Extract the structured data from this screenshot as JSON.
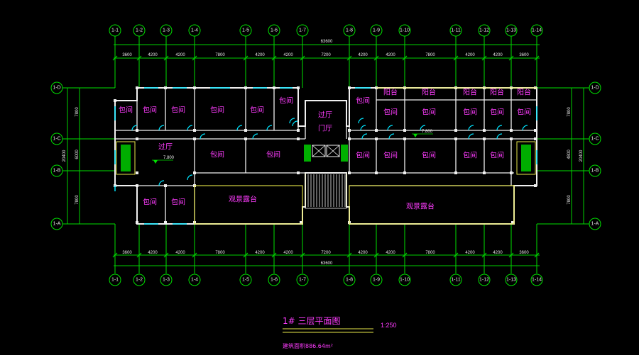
{
  "drawing": {
    "title": "1# 三层平面图",
    "scale": "1:250",
    "area_label": "建筑面积886.64m²",
    "floor_elevation": "7.800"
  },
  "grid_axes_top": [
    "1-1",
    "1-2",
    "1-3",
    "1-4",
    "1-5",
    "1-6",
    "1-7",
    "1-8",
    "1-9",
    "1-10",
    "1-11",
    "1-12",
    "1-13",
    "1-14"
  ],
  "grid_axes_side": [
    "1-D",
    "1-C",
    "1-B",
    "1-A"
  ],
  "dimensions_horizontal": {
    "total": "63600",
    "segments": [
      "3600",
      "4200",
      "4200",
      "7800",
      "4200",
      "4200",
      "7200",
      "4200",
      "4200",
      "7800",
      "4200",
      "4200",
      "3600"
    ]
  },
  "dimensions_vertical": {
    "total": "20400",
    "segments": [
      "7800",
      "6000",
      "7800"
    ],
    "inner": "4800"
  },
  "rooms": [
    {
      "id": "r1",
      "label": "包间"
    },
    {
      "id": "r2",
      "label": "包间"
    },
    {
      "id": "r3",
      "label": "包间"
    },
    {
      "id": "r4",
      "label": "包间"
    },
    {
      "id": "r5",
      "label": "包间"
    },
    {
      "id": "r6",
      "label": "包间"
    },
    {
      "id": "r7",
      "label": "过厅"
    },
    {
      "id": "r8",
      "label": "门厅"
    },
    {
      "id": "r9",
      "label": "包间"
    },
    {
      "id": "r10",
      "label": "阳台"
    },
    {
      "id": "r11",
      "label": "阳台"
    },
    {
      "id": "r12",
      "label": "阳台"
    },
    {
      "id": "r13",
      "label": "阳台"
    },
    {
      "id": "r14",
      "label": "阳台"
    },
    {
      "id": "r15",
      "label": "包间"
    },
    {
      "id": "r16",
      "label": "包间"
    },
    {
      "id": "r17",
      "label": "包间"
    },
    {
      "id": "r18",
      "label": "包间"
    },
    {
      "id": "r19",
      "label": "包间"
    },
    {
      "id": "r20",
      "label": "过厅"
    },
    {
      "id": "r21",
      "label": "包间"
    },
    {
      "id": "r22",
      "label": "包间"
    },
    {
      "id": "r23",
      "label": "包间"
    },
    {
      "id": "r24",
      "label": "包间"
    },
    {
      "id": "r25",
      "label": "包间"
    },
    {
      "id": "r26",
      "label": "包间"
    },
    {
      "id": "r27",
      "label": "包间"
    },
    {
      "id": "r28",
      "label": "包间"
    },
    {
      "id": "r29",
      "label": "包间"
    },
    {
      "id": "r30",
      "label": "观景露台"
    },
    {
      "id": "r31",
      "label": "观景露台"
    }
  ]
}
